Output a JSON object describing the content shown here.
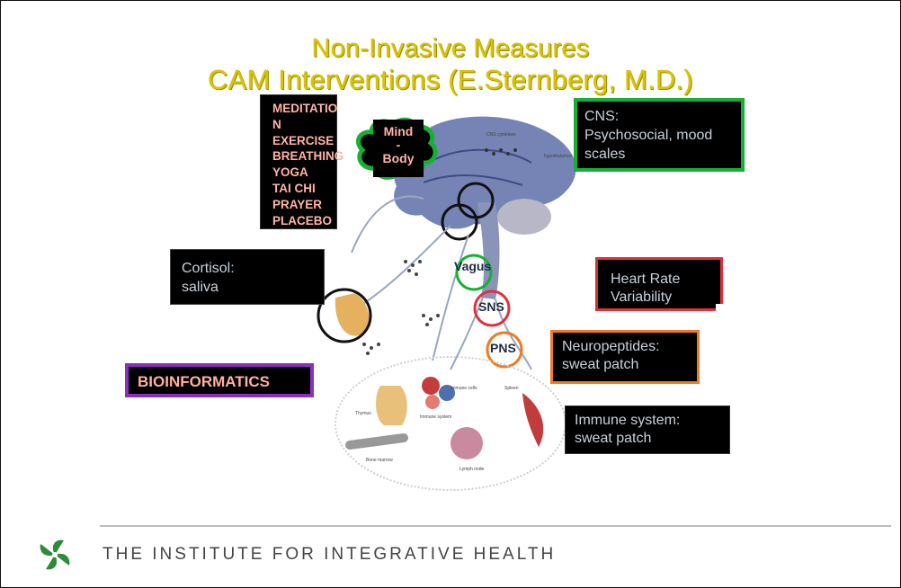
{
  "slide": {
    "title_line1": "Non-Invasive Measures",
    "title_line2": "CAM Interventions (E.Sternberg, M.D.)",
    "practices": [
      "MEDITATIO",
      "N",
      "EXERCISE",
      "BREATHING",
      "YOGA",
      "TAI CHI",
      "PRAYER",
      "PLACEBO"
    ],
    "mind_body_lines": [
      "Mind",
      "-",
      "Body"
    ],
    "cns_label": "CNS:\nPsychosocial, mood scales",
    "cortisol_label": "Cortisol:\nsaliva",
    "hrv_label": "Heart Rate Variability",
    "neuropeptides_label": "Neuropeptides:\nsweat patch",
    "immune_label": "Immune system:\nsweat patch",
    "bioinformatics_label": "BIOINFORMATICS",
    "vagus_label": "Vagus",
    "sns_label": "SNS",
    "pns_label": "PNS",
    "footer_text": "THE INSTITUTE FOR INTEGRATIVE HEALTH"
  },
  "colors": {
    "title": "#d9c400",
    "cns_border": "#16b034",
    "hrv_border": "#e0313d",
    "neuro_border": "#f07a22",
    "bioinfo_border": "#8a2fc0",
    "vagus_ring": "#16b034",
    "sns_ring": "#e0313d",
    "pns_ring": "#f07a22",
    "logo_green": "#2e8b3a"
  },
  "icons": {
    "logo": "pinwheel-logo-icon"
  }
}
